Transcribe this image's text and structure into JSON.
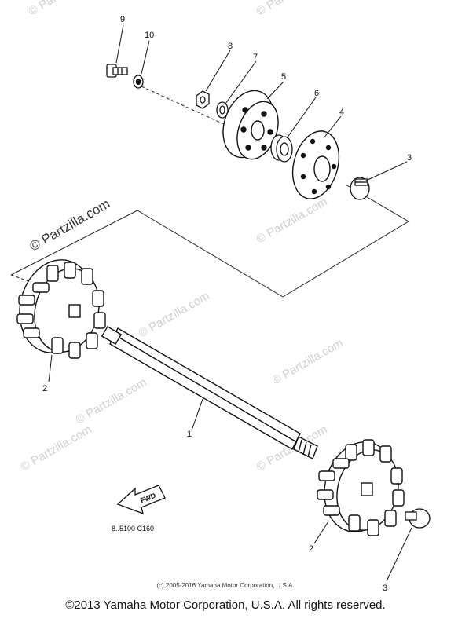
{
  "callouts": {
    "c1": "1",
    "c2a": "2",
    "c2b": "2",
    "c3a": "3",
    "c3b": "3",
    "c4": "4",
    "c5": "5",
    "c6": "6",
    "c7": "7",
    "c8": "8",
    "c9": "9",
    "c10": "10"
  },
  "fwd_label": "FWD",
  "diagram_code": "8..5100 C160",
  "watermark": "© Partzilla.com",
  "small_copyright": "(c) 2005-2016 Yamaha Motor Corporation, U.S.A.",
  "footer": "©2013 Yamaha Motor Corporation, U.S.A. All rights reserved."
}
